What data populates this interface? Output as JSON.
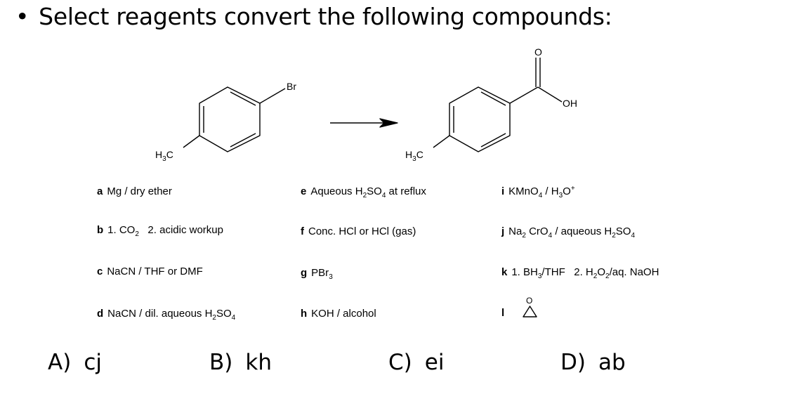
{
  "title": {
    "bullet": "•",
    "text": "Select reagents convert the following compounds:"
  },
  "scheme": {
    "reactant": {
      "substituent_top": "Br",
      "substituent_bottom": "H3C"
    },
    "product": {
      "carbonyl_o": "O",
      "hydroxyl": "OH",
      "substituent_bottom": "H3C"
    }
  },
  "reagents": {
    "a": {
      "label": "a",
      "text": "Mg / dry ether"
    },
    "b": {
      "label": "b",
      "text": "1. CO2   2. acidic workup"
    },
    "c": {
      "label": "c",
      "text": "NaCN / THF or DMF"
    },
    "d": {
      "label": "d",
      "text": "NaCN / dil. aqueous H2SO4"
    },
    "e": {
      "label": "e",
      "text": "Aqueous H2SO4 at reflux"
    },
    "f": {
      "label": "f",
      "text": "Conc. HCl or HCl (gas)"
    },
    "g": {
      "label": "g",
      "text": "PBr3"
    },
    "h": {
      "label": "h",
      "text": "KOH / alcohol"
    },
    "i": {
      "label": "i",
      "text": "KMnO4 / H3O+"
    },
    "j": {
      "label": "j",
      "text": "Na2 CrO4 / aqueous H2SO4"
    },
    "k": {
      "label": "k",
      "text": "1. BH3/THF   2. H2O2/aq. NaOH"
    },
    "l": {
      "label": "l",
      "text": "ethylene oxide"
    }
  },
  "answers": [
    {
      "letter": "A)",
      "choice": "cj"
    },
    {
      "letter": "B)",
      "choice": "kh"
    },
    {
      "letter": "C)",
      "choice": "ei"
    },
    {
      "letter": "D)",
      "choice": "ab"
    }
  ]
}
